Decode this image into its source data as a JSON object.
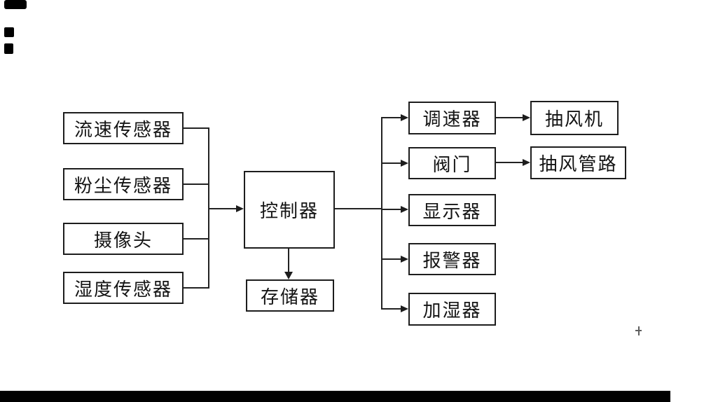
{
  "diagram": {
    "type": "block-diagram",
    "background_color": "#ffffff",
    "line_color": "#1d1d1d",
    "nodes": {
      "inputs": [
        "流速传感器",
        "粉尘传感器",
        "摄像头",
        "湿度传感器"
      ],
      "controller": "控制器",
      "storage": "存储器",
      "outputs": [
        "调速器",
        "阀门",
        "显示器",
        "报警器",
        "加湿器"
      ],
      "terminals": [
        "抽风机",
        "抽风管路"
      ]
    },
    "edges": [
      {
        "from": "流速传感器",
        "to": "控制器"
      },
      {
        "from": "粉尘传感器",
        "to": "控制器"
      },
      {
        "from": "摄像头",
        "to": "控制器"
      },
      {
        "from": "湿度传感器",
        "to": "控制器"
      },
      {
        "from": "控制器",
        "to": "存储器"
      },
      {
        "from": "控制器",
        "to": "调速器"
      },
      {
        "from": "控制器",
        "to": "阀门"
      },
      {
        "from": "控制器",
        "to": "显示器"
      },
      {
        "from": "控制器",
        "to": "报警器"
      },
      {
        "from": "控制器",
        "to": "加湿器"
      },
      {
        "from": "调速器",
        "to": "抽风机"
      },
      {
        "from": "阀门",
        "to": "抽风管路"
      }
    ]
  }
}
